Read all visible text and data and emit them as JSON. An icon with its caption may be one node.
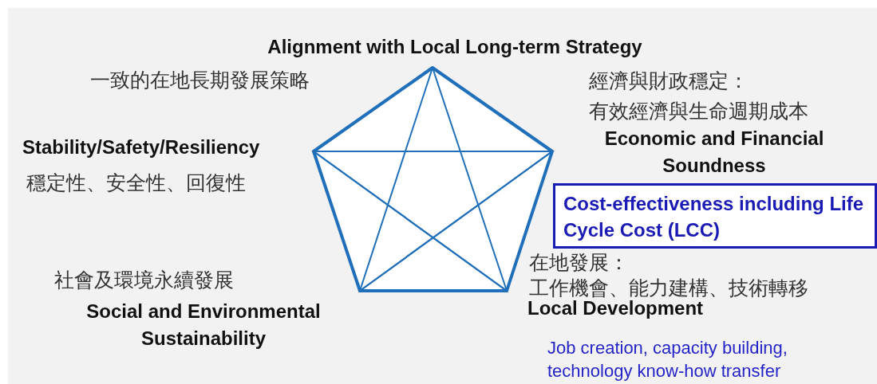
{
  "diagram": {
    "nodes": [
      {
        "text": [
          "Cost-effectiveness including Life Cycle Cost (LCC)"
        ]
      }
    ],
    "labels": [
      "Alignment with Local Long-term Strategy",
      "一致的在地長期發展策略",
      "經濟與財政穩定：",
      "有效經濟與生命週期成本",
      "Economic and Financial Soundness",
      "Stability/Safety/Resiliency",
      "穩定性、安全性、回復性",
      "在地發展：",
      "工作機會、能力建構、技術轉移",
      "社會及環境永續發展",
      "Social and Environmental Sustainability",
      "Local Development",
      "Job creation, capacity building, technology know-how transfer"
    ]
  }
}
